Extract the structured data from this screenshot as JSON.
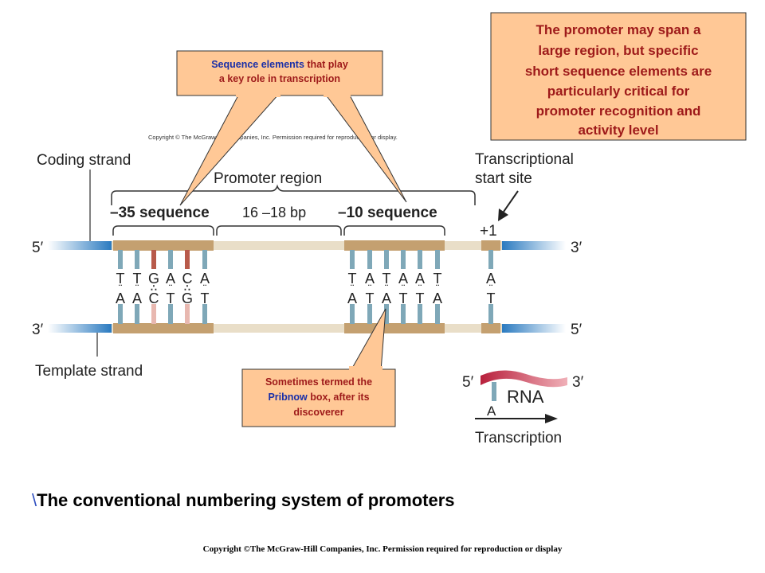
{
  "colors": {
    "callout_fill": "#FFC896",
    "callout_text": "#9E1A1A",
    "callout_highlight": "#1A2FA8",
    "strand": "#E9DEC8",
    "promoter_box": "#C4A070",
    "flank": "#2A7AC0",
    "rna": "#C82C48"
  },
  "strands": {
    "coding_label": "Coding strand",
    "template_label": "Template strand",
    "coding_5": "5′",
    "coding_3": "3′",
    "template_3": "3′",
    "template_5": "5′"
  },
  "regions": {
    "promoter_region": "Promoter region",
    "minus35": "–35 sequence",
    "spacer": "16 –18 bp",
    "minus10": "–10 sequence",
    "plus1": "+1",
    "start_site_line1": "Transcriptional",
    "start_site_line2": "start site"
  },
  "base_pairs": {
    "minus35": [
      [
        "T",
        "A"
      ],
      [
        "T",
        "A"
      ],
      [
        "G",
        "C"
      ],
      [
        "A",
        "T"
      ],
      [
        "C",
        "G"
      ],
      [
        "A",
        "T"
      ]
    ],
    "minus10": [
      [
        "T",
        "A"
      ],
      [
        "A",
        "T"
      ],
      [
        "T",
        "A"
      ],
      [
        "A",
        "T"
      ],
      [
        "A",
        "T"
      ],
      [
        "T",
        "A"
      ]
    ],
    "plus1": [
      [
        "A",
        "T"
      ]
    ]
  },
  "rna": {
    "five": "5′",
    "three": "3′",
    "label": "RNA",
    "base": "A",
    "transcription": "Transcription"
  },
  "callouts": {
    "sequence_elements": {
      "highlight": "Sequence elements",
      "rest": " that play",
      "line2": "a key role in transcription"
    },
    "pribnow": {
      "line1": "Sometimes termed the",
      "highlight": "Pribnow",
      "rest": " box, after its",
      "line3": "discoverer"
    },
    "promoter_span": {
      "line1": "The promoter may span a",
      "line2": "large region, but specific",
      "line3": "short sequence elements are",
      "line4": "particularly critical for",
      "line5": "promoter recognition and",
      "line6": "activity level"
    }
  },
  "copyright_small": "Copyright © The McGraw-Hill Companies, Inc. Permission required for reproduction or display.",
  "title": {
    "mark": "\\",
    "text": "The conventional numbering system of promoters"
  },
  "footer": "Copyright ©The McGraw-Hill Companies, Inc. Permission required for reproduction or display"
}
